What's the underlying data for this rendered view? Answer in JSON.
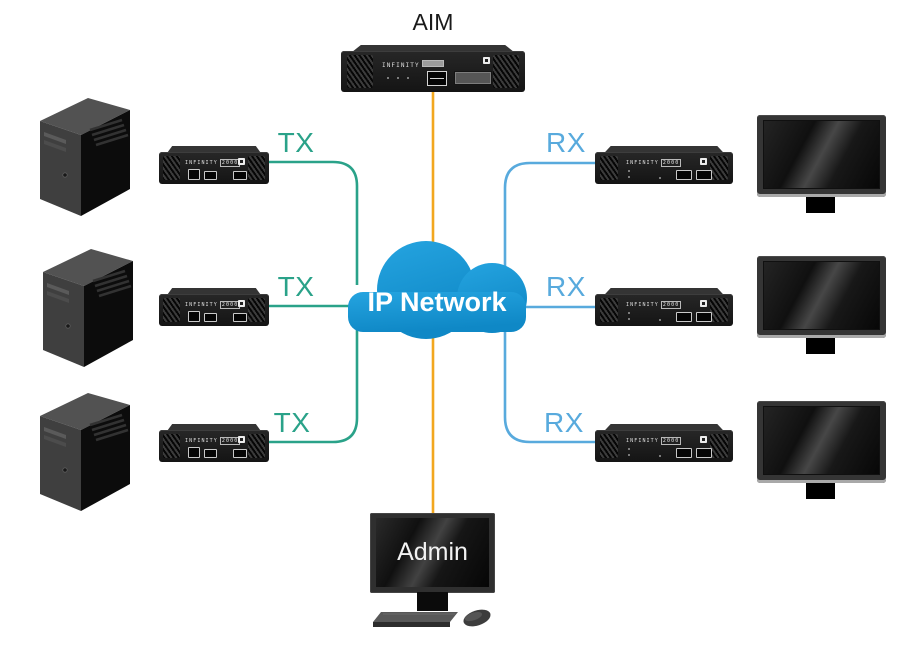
{
  "diagram": {
    "aim": {
      "label": "AIM",
      "device_text": "INFINITY"
    },
    "cloud": {
      "label": "IP Network"
    },
    "admin": {
      "label": "Admin"
    },
    "transmitters": [
      {
        "label": "TX"
      },
      {
        "label": "TX"
      },
      {
        "label": "TX"
      }
    ],
    "receivers": [
      {
        "label": "RX"
      },
      {
        "label": "RX"
      },
      {
        "label": "RX"
      }
    ],
    "unit": {
      "brand": "INFINITY",
      "model": "2000"
    },
    "colors": {
      "tx_line": "#2aa289",
      "rx_line": "#58aadd",
      "aim_line": "#f2a71e",
      "cloud_top": "#25a4e0",
      "cloud_bottom": "#0f88c6"
    }
  }
}
